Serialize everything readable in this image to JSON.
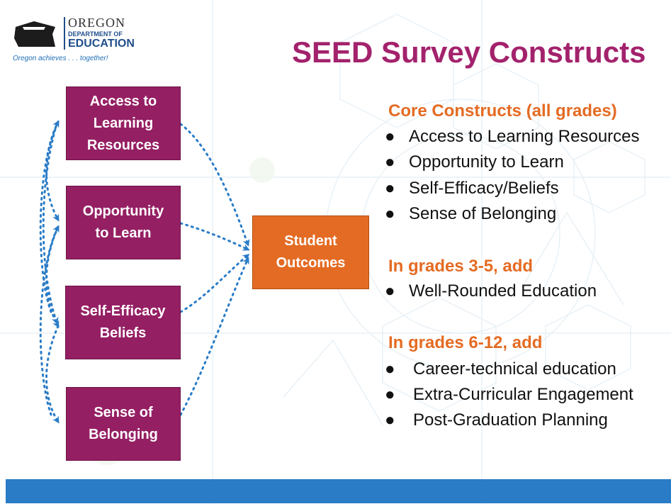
{
  "logo": {
    "line1": "OREGON",
    "line2": "DEPARTMENT OF",
    "line3": "EDUCATION",
    "tagline": "Oregon achieves . . . together!"
  },
  "title": "SEED Survey Constructs",
  "diagram": {
    "constructs": [
      {
        "line1": "Access to",
        "line2": "Learning",
        "line3": "Resources"
      },
      {
        "line1": "Opportunity",
        "line2": "to Learn",
        "line3": ""
      },
      {
        "line1": "Self-Efficacy",
        "line2": "Beliefs",
        "line3": ""
      },
      {
        "line1": "Sense of",
        "line2": "Belonging",
        "line3": ""
      }
    ],
    "outcome": {
      "line1": "Student",
      "line2": "Outcomes"
    }
  },
  "sections": [
    {
      "heading": "Core Constructs (all grades)",
      "items": [
        "Access to Learning Resources",
        "Opportunity to Learn",
        "Self-Efficacy/Beliefs",
        "Sense of Belonging"
      ]
    },
    {
      "heading": "In grades 3-5, add",
      "items": [
        "Well-Rounded Education"
      ]
    },
    {
      "heading": "In grades 6-12, add",
      "items": [
        "Career-technical education",
        "Extra-Curricular Engagement",
        "Post-Graduation Planning"
      ]
    }
  ],
  "colors": {
    "title": "#a3226c",
    "construct_box": "#951f63",
    "outcome_box": "#e46b23",
    "heading": "#e46b23",
    "arrow": "#2a7cc7",
    "footer": "#2a7cc7"
  },
  "bullet_glyph": "●"
}
